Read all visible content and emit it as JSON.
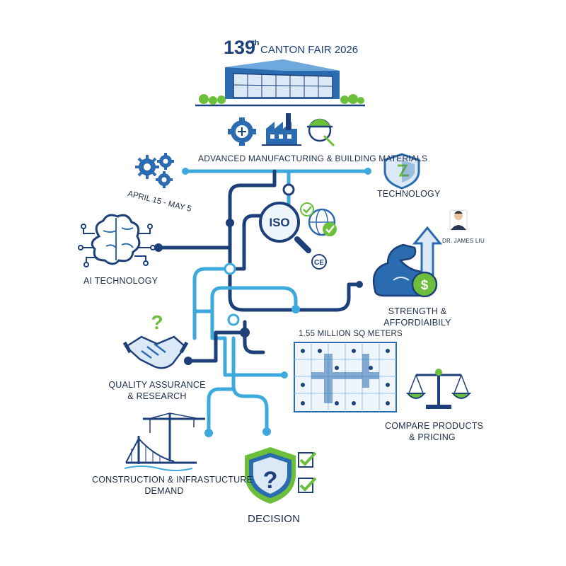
{
  "header": {
    "number": "139",
    "suffix": "th",
    "title": "CANTON FAIR 2026"
  },
  "labels": {
    "advanced_manufacturing": "ADVANCED MANUFACTURING & BUILDING MATERIALS",
    "technology": "TECHNOLOGY",
    "date": "APRIL 15 - MAY 5",
    "person": "DR. JAMES LIU",
    "ai_technology": "AI TECHNOLOGY",
    "strength_line1": "STRENGTH &",
    "strength_line2": "AFFORDIAIBILY",
    "area": "1.55 MILLION SQ METERS",
    "quality_line1": "QUALITY ASSURANCE",
    "quality_line2": "& RESEARCH",
    "compare_line1": "COMPARE PRODUCTS",
    "compare_line2": "& PRICING",
    "construction_line1": "CONSTRUCTION & INFRASTUCTURE",
    "construction_line2": "DEMAND",
    "decision": "DECISION"
  },
  "badges": {
    "iso": "ISO",
    "ce": "CE",
    "question": "?",
    "dollar": "$"
  },
  "icons": {
    "building": "exhibition-hall-icon",
    "gear": "gear-icon",
    "factory": "factory-icon",
    "helmet": "hard-hat-icon",
    "gears": "gears-icon",
    "shield": "shield-icon",
    "brain": "brain-icon",
    "magnifier": "iso-magnifier-icon",
    "globe": "globe-check-icon",
    "arm": "strength-arm-icon",
    "handshake": "handshake-icon",
    "floorplan": "floor-plan-icon",
    "scale": "balance-scale-icon",
    "crane": "crane-bridge-icon",
    "decision_shield": "question-shield-icon"
  },
  "colors": {
    "navy": "#1d3f7a",
    "blue": "#2b6cb0",
    "light_blue": "#3ea9dc",
    "green": "#6cbf3a",
    "text": "#1f2d4a"
  }
}
